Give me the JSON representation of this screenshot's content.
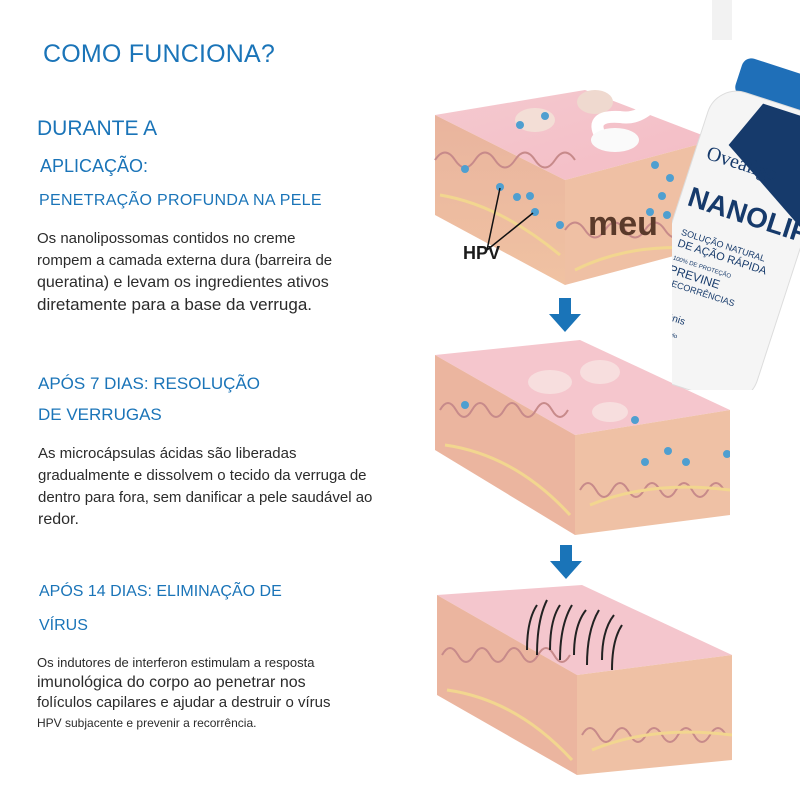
{
  "page": {
    "title": "COMO FUNCIONA?",
    "accent_color": "#1a74b8",
    "text_color": "#2b2b2b"
  },
  "steps": [
    {
      "heading_line1": "DURANTE A",
      "heading_line2": "APLICAÇÃO:",
      "subheading": "PENETRAÇÃO PROFUNDA NA PELE",
      "body_lines": [
        "Os nanolipossomas contidos no creme",
        "rompem a camada externa dura (barreira de",
        "queratina) e levam os ingredientes ativos",
        "diretamente para a base da verruga."
      ]
    },
    {
      "heading_line1": "APÓS 7 DIAS: RESOLUÇÃO",
      "heading_line2": "DE VERRUGAS",
      "body_lines": [
        "As microcápsulas ácidas são liberadas",
        "gradualmente e dissolvem o tecido da verruga de",
        "dentro para fora, sem danificar a pele saudável ao",
        "redor."
      ]
    },
    {
      "heading_line1": "APÓS 14 DIAS: ELIMINAÇÃO DE",
      "heading_line2": "VÍRUS",
      "body_lines": [
        "Os indutores de interferon estimulam a resposta",
        "imunológica do corpo ao penetrar nos",
        "folículos capilares e ajudar a destruir o vírus",
        "HPV subjacente e prevenir a recorrência."
      ]
    }
  ],
  "illustrations": {
    "hpv_label": "HPV",
    "watermark": "meu",
    "arrow_icon": "arrow-down-icon",
    "arrow_color": "#1a74b8"
  },
  "product": {
    "brand": "Oveallgo",
    "name": "NANOLIPO",
    "claim1": "SOLUÇÃO NATURAL",
    "claim2": "DE AÇÃO RÁPIDA",
    "claim3": "100% DE PROTEÇÃO",
    "claim4": "PREVINE",
    "claim5": "RECORRÊNCIAS",
    "bullet1": "Pênis",
    "bullet2": "Amarelo",
    "cap_color": "#1f6fb8",
    "label_color": "#163a6b"
  }
}
